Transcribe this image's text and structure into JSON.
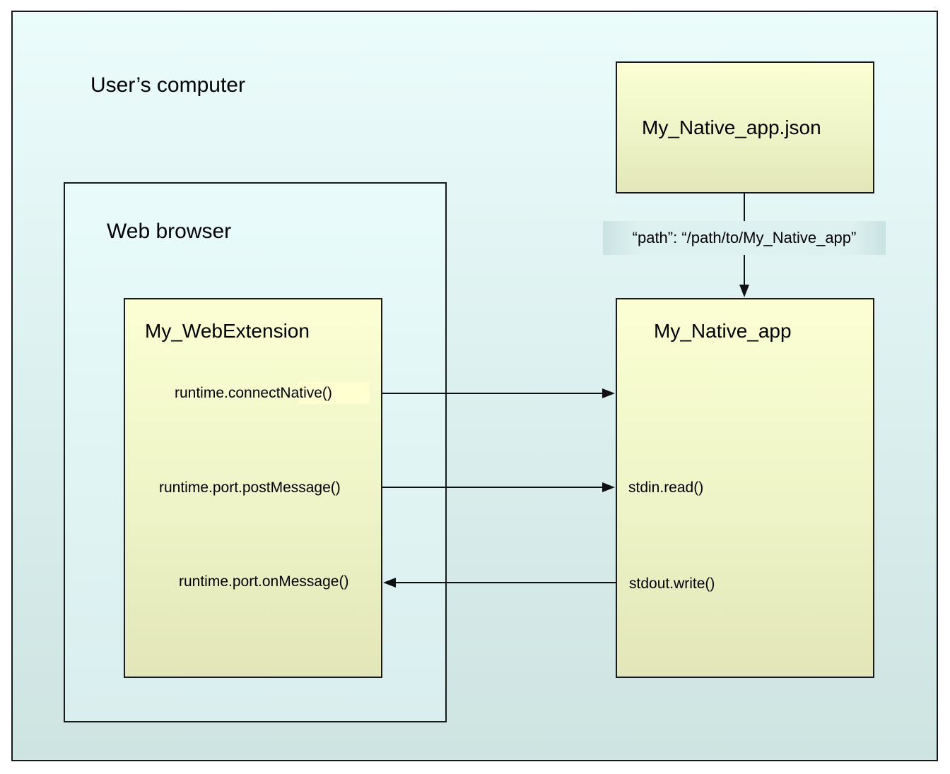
{
  "computer": {
    "label": "User’s computer"
  },
  "browser": {
    "label": "Web browser"
  },
  "manifest": {
    "label": "My_Native_app.json"
  },
  "path_label": "“path”: “/path/to/My_Native_app”",
  "extension": {
    "label": "My_WebExtension",
    "calls": {
      "connect": "runtime.connectNative()",
      "post": "runtime.port.postMessage()",
      "on_message": "runtime.port.onMessage()"
    }
  },
  "native_app": {
    "label": "My_Native_app",
    "calls": {
      "read": "stdin.read()",
      "write": "stdout.write()"
    }
  }
}
